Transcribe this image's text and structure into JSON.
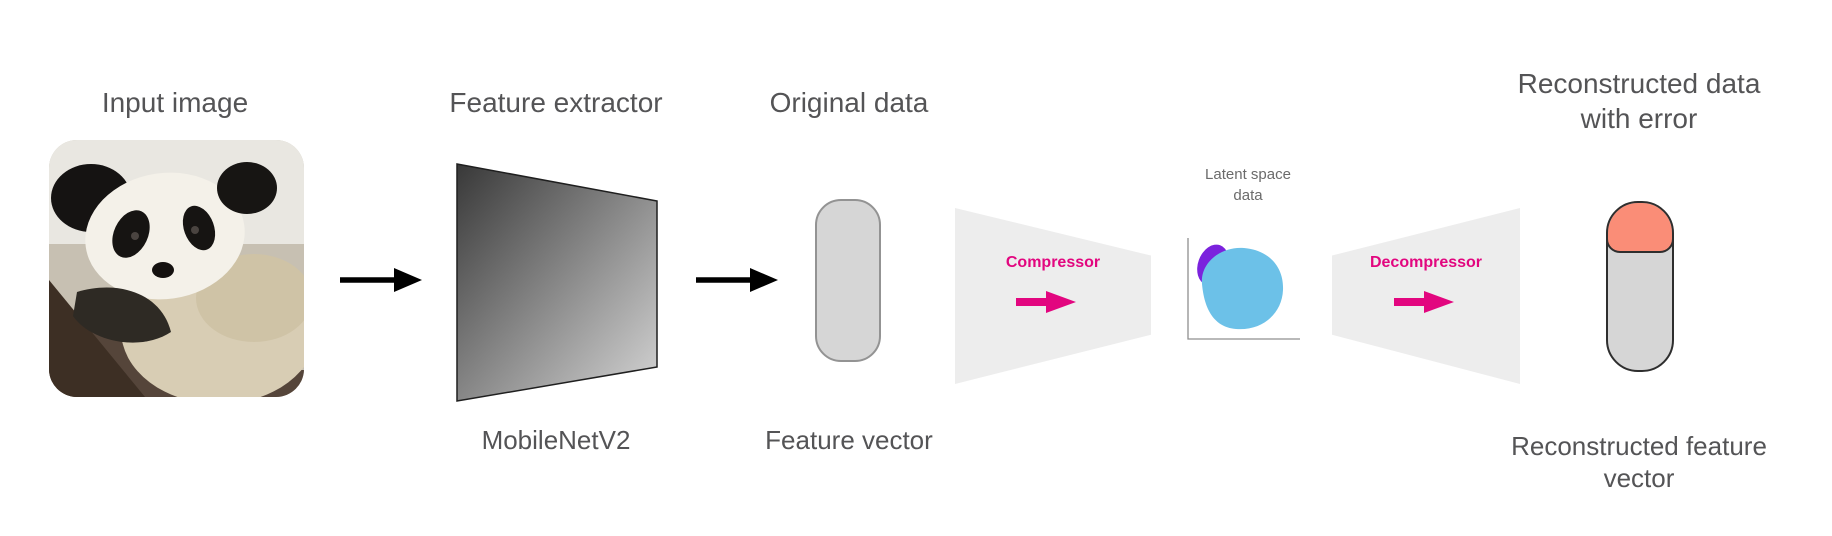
{
  "colors": {
    "magenta": "#e2067f",
    "label_gray": "#545456",
    "muted_gray": "#6b6b6b",
    "funnel_gray": "#ededed",
    "capsule_gray": "#d6d6d6",
    "capsule_border": "#939393",
    "salmon": "#fa8d77",
    "latent_blue": "#6cc1e8",
    "latent_purple": "#7b22dd",
    "arrow_black": "#000000",
    "extractor_dark": "#3c3c3c",
    "extractor_light": "#d2d2d2"
  },
  "stages": {
    "input": {
      "title": "Input image"
    },
    "feature_extractor": {
      "title": "Feature extractor",
      "caption": "MobileNetV2"
    },
    "original": {
      "title": "Original data",
      "caption": "Feature vector"
    },
    "compressor": {
      "label": "Compressor"
    },
    "latent": {
      "title_line1": "Latent space",
      "title_line2": "data"
    },
    "decompressor": {
      "label": "Decompressor"
    },
    "reconstructed": {
      "title_line1": "Reconstructed data",
      "title_line2": "with error",
      "caption_line1": "Reconstructed feature",
      "caption_line2": "vector"
    }
  }
}
